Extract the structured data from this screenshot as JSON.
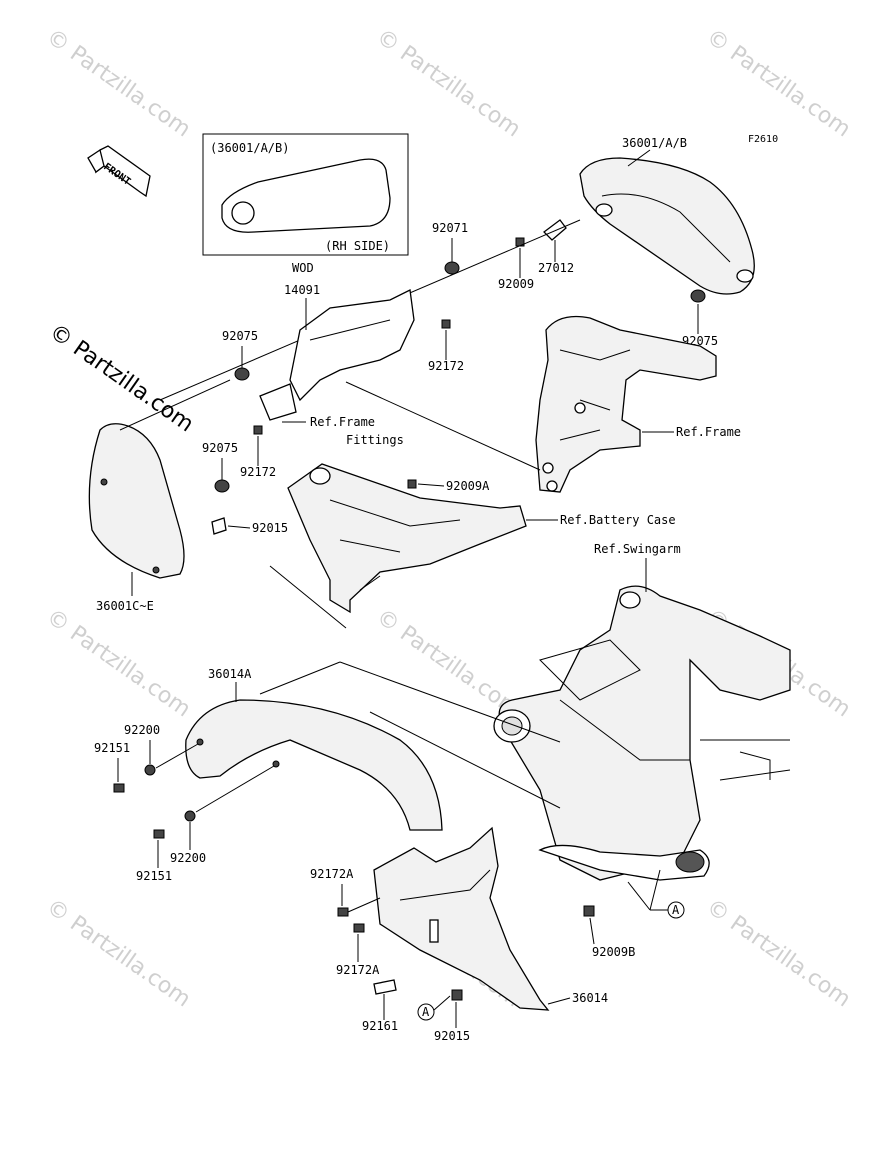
{
  "figure_code": "F2610",
  "front_arrow": "FRONT",
  "inset": {
    "part": "(36001/A/B)",
    "side": "(RH SIDE)"
  },
  "watermark": "© Partzilla.com",
  "labels": {
    "p36001ab": "36001/A/B",
    "p92071": "92071",
    "p27012": "27012",
    "p92009": "92009",
    "p92075_r": "92075",
    "wod": "WOD",
    "p14091": "14091",
    "p92075_l": "92075",
    "p92172": "92172",
    "ref_frame_fittings_1": "Ref.Frame",
    "ref_frame_fittings_2": "Fittings",
    "ref_frame": "Ref.Frame",
    "p92075_m": "92075",
    "p92172_l": "92172",
    "p92009a": "92009A",
    "p92015": "92015",
    "ref_battery_case": "Ref.Battery Case",
    "ref_swingarm": "Ref.Swingarm",
    "p36001ce": "36001C~E",
    "p36014a": "36014A",
    "p92200_a": "92200",
    "p92151_a": "92151",
    "p92200_b": "92200",
    "p92151_b": "92151",
    "p92172a_1": "92172A",
    "p92172a_2": "92172A",
    "p92161": "92161",
    "p92015_b": "92015",
    "p36014": "36014",
    "p92009b": "92009B",
    "marker_a1": "A",
    "marker_a2": "A"
  },
  "colors": {
    "line": "#000000",
    "part_fill": "#f2f2f2",
    "watermark": "#cfcfcf"
  }
}
